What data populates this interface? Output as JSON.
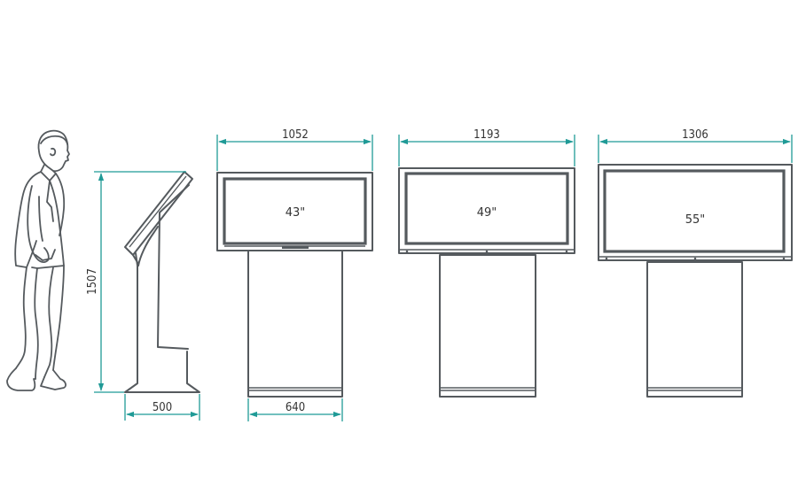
{
  "dimensions": {
    "kiosk_height": "1507",
    "kiosk_base_depth": "500",
    "width_43": "1052",
    "width_49": "1193",
    "width_55": "1306",
    "stand_width": "640"
  },
  "screens": {
    "size_43": "43\"",
    "size_49": "49\"",
    "size_55": "55\""
  },
  "colors": {
    "line": "#555a5e",
    "dimension": "#1f9a96",
    "text": "#333333"
  }
}
